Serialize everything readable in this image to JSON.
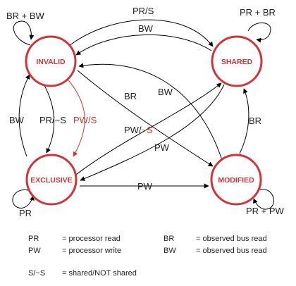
{
  "colors": {
    "state_outline": "#d13438",
    "state_text": "#d13438",
    "arrow": "#000000",
    "highlight": "#d13438"
  },
  "states": {
    "invalid": "INVALID",
    "shared": "SHARED",
    "exclusive": "EXCLUSIVE",
    "modified": "MODIFIED"
  },
  "transitions": {
    "invalid_self": "BR + BW",
    "shared_self": "PR + BR",
    "exclusive_self": "PR",
    "modified_self": "PR + PW",
    "invalid_to_shared": "PR/S",
    "shared_to_invalid": "BW",
    "invalid_to_exclusive": "PR/~S",
    "invalid_to_exclusive_write_prefix": "PW/",
    "invalid_to_exclusive_write_suffix": "S",
    "exclusive_to_invalid": "BW",
    "exclusive_to_shared": "BR",
    "modified_to_invalid": "BW",
    "invalid_to_modified_prefix": "PW/",
    "invalid_to_modified_suffix": "~S",
    "shared_to_modified": "PW",
    "exclusive_to_modified": "PW",
    "modified_to_shared": "BR"
  },
  "legend": {
    "pr_key": "PR",
    "pr_desc": "= processor read",
    "pw_key": "PW",
    "pw_desc": "= processor write",
    "br_key": "BR",
    "br_desc": "= observed bus read",
    "bw_key": "BW",
    "bw_desc": "= observed bus read",
    "s_key": "S/~S",
    "s_desc": "= shared/NOT shared"
  }
}
